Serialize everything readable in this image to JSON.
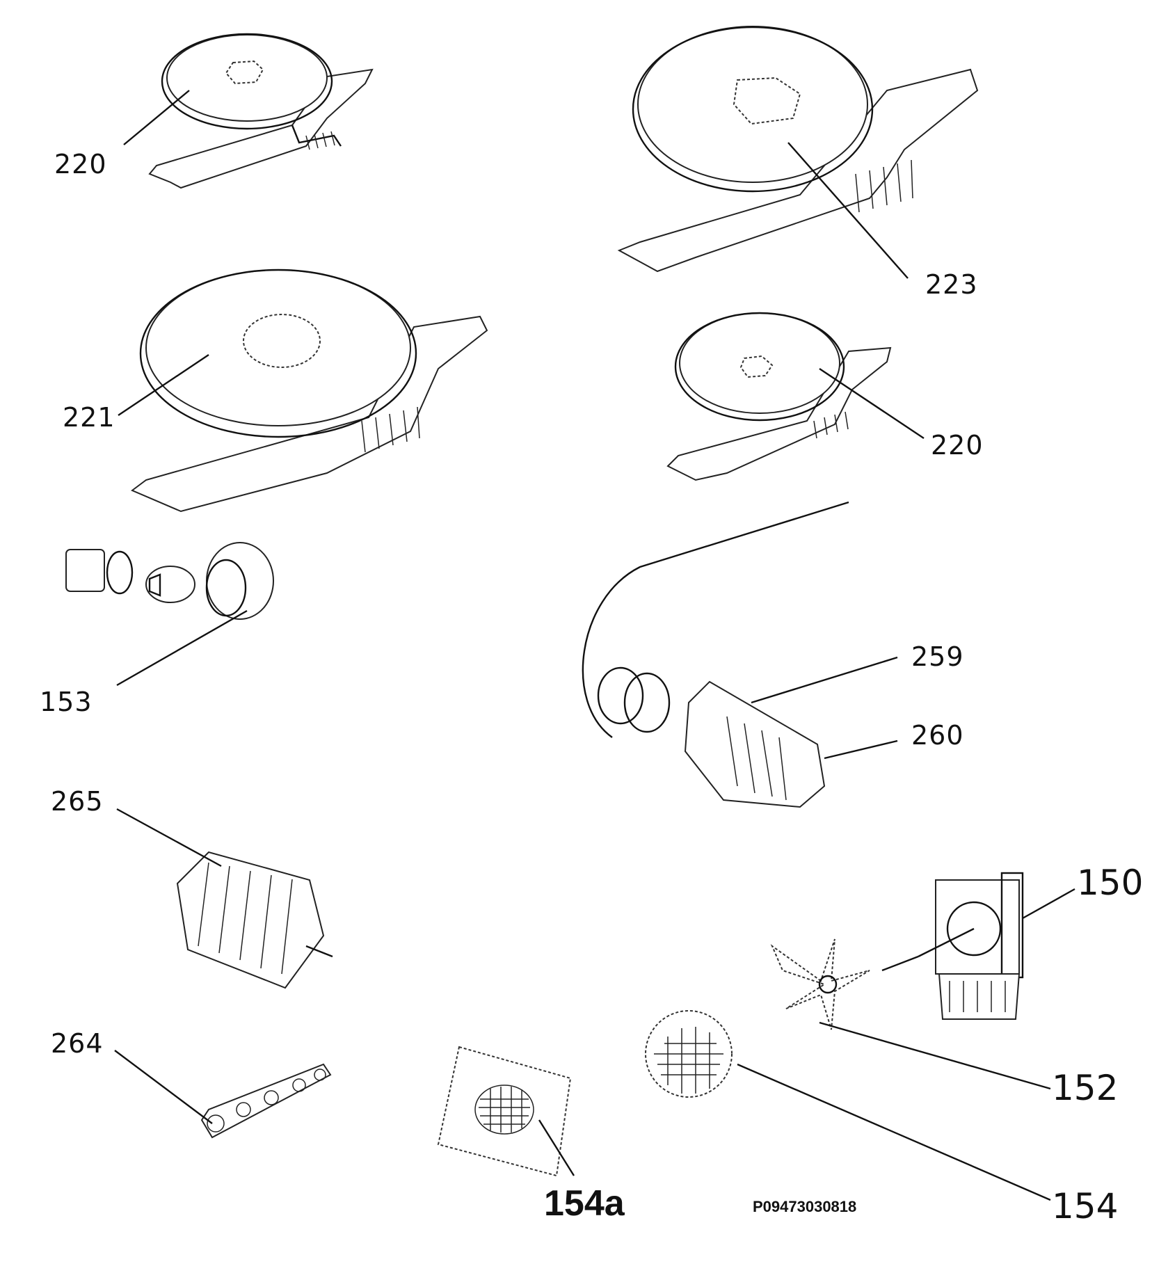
{
  "labels": {
    "p220_top": "220",
    "p223": "223",
    "p221": "221",
    "p220_right": "220",
    "p153": "153",
    "p259": "259",
    "p260": "260",
    "p265": "265",
    "p150": "150",
    "p264": "264",
    "p152": "152",
    "p154a": "154a",
    "p154": "154"
  },
  "reference": "P09473030818",
  "colors": {
    "ink": "#111111",
    "background": "#ffffff"
  }
}
